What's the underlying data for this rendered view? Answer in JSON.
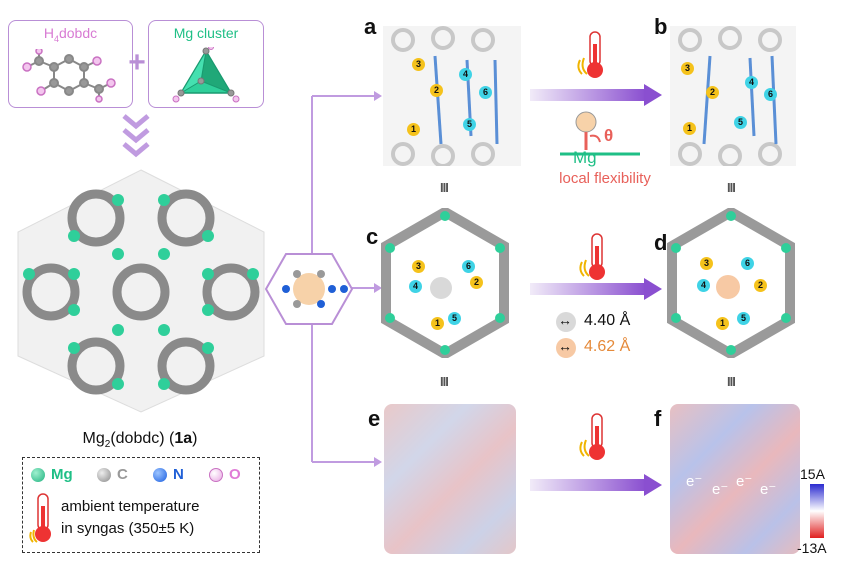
{
  "reagents": {
    "ligand_prefix": "H",
    "ligand_sub": "4",
    "ligand_suffix": "dobdc",
    "cluster": "Mg cluster",
    "plus": "+"
  },
  "framework": {
    "name_prefix": "Mg",
    "name_sub": "2",
    "name_mid": "(dobdc) (",
    "name_bold": "1a",
    "name_end": ")"
  },
  "legend": {
    "mg": "Mg",
    "c": "C",
    "n": "N",
    "o": "O",
    "temp_line1": "ambient temperature",
    "temp_line2": "in syngas (350±5 K)"
  },
  "panels": {
    "a": "a",
    "b": "b",
    "c": "c",
    "d": "d",
    "e": "e",
    "f": "f"
  },
  "site_labels": [
    "1",
    "2",
    "3",
    "4",
    "5",
    "6"
  ],
  "flexibility": {
    "theta": "θ",
    "mg": "Mg",
    "caption": "local flexibility"
  },
  "distances": {
    "d1": "4.40 Å",
    "d2": "4.62 Å"
  },
  "electron": "e⁻",
  "colorbar": {
    "max": "15A",
    "min": "-13A"
  },
  "equivalence_mark": "III",
  "colors": {
    "purple": "#b98fd6",
    "mg_green": "#2fbf8f",
    "text_pink": "#e07bd6",
    "flex_red": "#e8605a",
    "dist_orange": "#e58a3a"
  }
}
